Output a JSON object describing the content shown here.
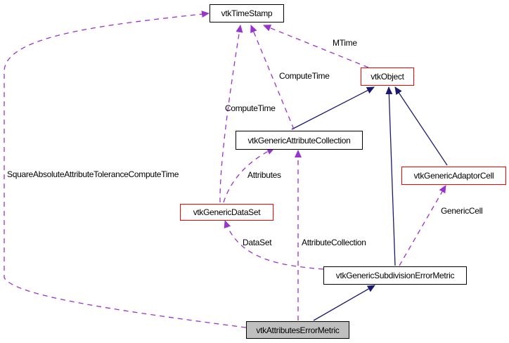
{
  "colors": {
    "inheritance": "#191970",
    "usage": "#9a32cd",
    "node_border_default": "#000000",
    "node_border_undocumented": "#ff0000",
    "focus_fill": "#bfbfbf"
  },
  "nodes": {
    "timestamp": "vtkTimeStamp",
    "object": "vtkObject",
    "attribute_collection": "vtkGenericAttributeCollection",
    "adaptor_cell": "vtkGenericAdaptorCell",
    "dataset": "vtkGenericDataSet",
    "subdivision_metric": "vtkGenericSubdivisionErrorMetric",
    "attributes_metric": "vtkAttributesErrorMetric"
  },
  "edge_labels": {
    "mtime": "MTime",
    "compute_time_collection": "ComputeTime",
    "compute_time_dataset": "ComputeTime",
    "square_tolerance": "SquareAbsoluteAttributeToleranceComputeTime",
    "attributes": "Attributes",
    "generic_cell": "GenericCell",
    "dataset": "DataSet",
    "attribute_collection": "AttributeCollection"
  }
}
